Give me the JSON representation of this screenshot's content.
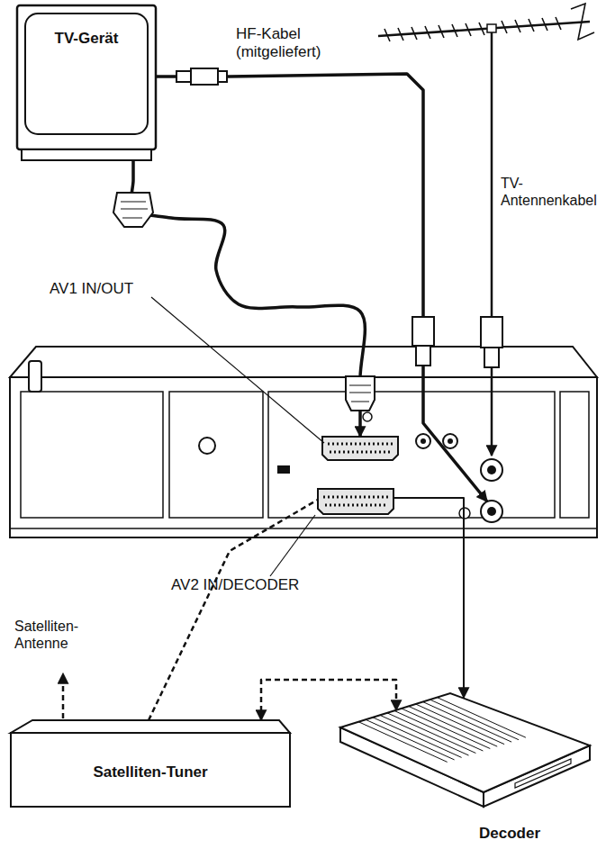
{
  "diagram": {
    "nodes": [
      {
        "text": [
          "TV-Gerät"
        ]
      },
      {
        "text": [
          "AV1 IN/OUT",
          "AV2 IN/DECODER"
        ]
      },
      {
        "text": [
          "Satelliten-Tuner"
        ]
      },
      {
        "text": [
          "Decoder"
        ]
      }
    ],
    "edges": [
      {
        "from": 0,
        "to": 1,
        "arrow": "to"
      },
      {
        "from": 0,
        "to": 1,
        "label": "HF-Kabel (mitgeliefert)",
        "arrow": "to"
      },
      {
        "from": 2,
        "to": 1,
        "arrow": "none"
      },
      {
        "from": 1,
        "to": 3,
        "arrow": "to"
      },
      {
        "from": 2,
        "to": 3,
        "arrow": "both"
      }
    ],
    "labels": [
      "TV-Antennenkabel",
      "Satelliten-Antenne"
    ]
  }
}
